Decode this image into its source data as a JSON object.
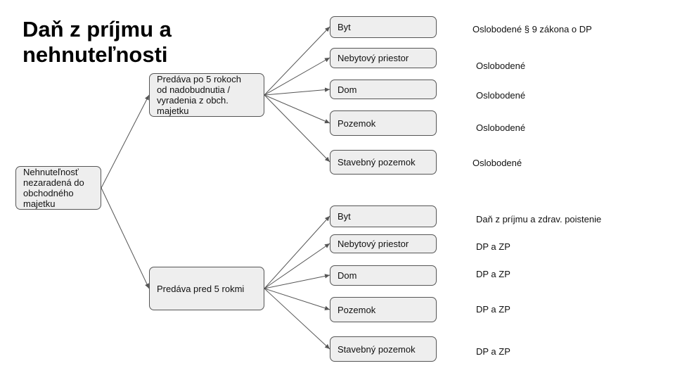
{
  "title": "Daň z príjmu a\nnehnuteľnosti",
  "colors": {
    "node_fill": "#eeeeee",
    "node_border": "#555555",
    "connector": "#555555"
  },
  "root": {
    "label": "Nehnuteľnosť\nnezaradená do\nobchodného\nmajetku"
  },
  "branches": [
    {
      "label": "Predáva po 5 rokoch\nod nadobudnutia /\nvyradenia z obch.\nmajetku",
      "items": [
        {
          "label": "Byt",
          "result": "Oslobodené § 9 zákona o DP"
        },
        {
          "label": "Nebytový priestor",
          "result": "Oslobodené"
        },
        {
          "label": "Dom",
          "result": "Oslobodené"
        },
        {
          "label": "Pozemok",
          "result": "Oslobodené"
        },
        {
          "label": "Stavebný pozemok",
          "result": "Oslobodené"
        }
      ]
    },
    {
      "label": "Predáva pred 5 rokmi",
      "items": [
        {
          "label": "Byt",
          "result": "Daň z príjmu a zdrav. poistenie"
        },
        {
          "label": "Nebytový priestor",
          "result": "DP a ZP"
        },
        {
          "label": "Dom",
          "result": "DP a ZP"
        },
        {
          "label": "Pozemok",
          "result": "DP a ZP"
        },
        {
          "label": "Stavebný pozemok",
          "result": "DP a ZP"
        }
      ]
    }
  ]
}
